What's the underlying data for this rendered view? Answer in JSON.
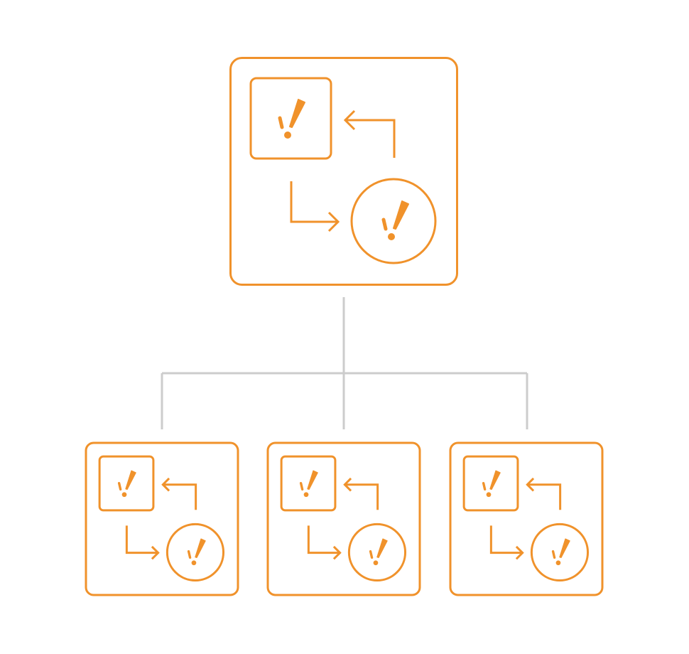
{
  "colors": {
    "accent": "#F0922B",
    "connector": "#CCCCCC",
    "background": "#FFFFFF"
  },
  "icons": {
    "node": "feedback-loop-icon",
    "square_glyph": "check-exclamation-icon",
    "circle_glyph": "check-exclamation-icon",
    "arrows": "cycle-arrows-icon"
  },
  "nodes": [
    {
      "id": "parent",
      "role": "parent"
    },
    {
      "id": "child-1",
      "role": "child"
    },
    {
      "id": "child-2",
      "role": "child"
    },
    {
      "id": "child-3",
      "role": "child"
    }
  ]
}
